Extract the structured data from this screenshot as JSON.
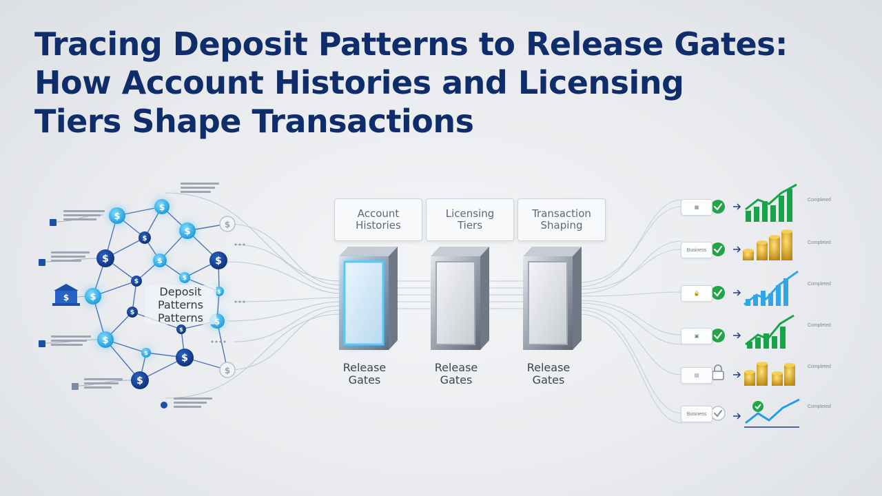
{
  "title": {
    "line1": "Tracing Deposit Patterns to Release Gates:",
    "line2": "How Account Histories and Licensing",
    "line3": "Tiers Shape Transactions"
  },
  "network": {
    "center_label_line1": "Deposit",
    "center_label_line2": "Patterns",
    "center_label_line3": "Patterns",
    "node_icon": "dollar-icon",
    "source_icon": "bank-icon"
  },
  "stages": [
    {
      "line1": "Account",
      "line2": "Histories",
      "gate_line1": "Release",
      "gate_line2": "Gates"
    },
    {
      "line1": "Licensing",
      "line2": "Tiers",
      "gate_line1": "Release",
      "gate_line2": "Gates"
    },
    {
      "line1": "Transaction",
      "line2": "Shaping",
      "gate_line1": "Release",
      "gate_line2": "Gates"
    }
  ],
  "outcomes": [
    {
      "chip": "▦",
      "status": "check",
      "visual": "bars-up",
      "note": "Completed"
    },
    {
      "chip": "Business",
      "status": "check",
      "visual": "coins",
      "note": "Completed"
    },
    {
      "chip": "🔒",
      "status": "check",
      "visual": "bars-blue",
      "note": "Completed"
    },
    {
      "chip": "▣",
      "status": "check",
      "visual": "bars-up",
      "note": "Completed"
    },
    {
      "chip": "▤",
      "status": "lock",
      "visual": "coins",
      "note": "Completed"
    },
    {
      "chip": "Business",
      "status": "check-gray",
      "visual": "line-up",
      "note": "Completed"
    }
  ],
  "colors": {
    "title": "#0f2c6b",
    "node_dark": "#0f3a86",
    "node_light": "#2bb3e6",
    "check": "#22a447",
    "chart_green": "#16a34a",
    "chart_blue": "#1f9ee8",
    "coin": "#d6a21e"
  }
}
